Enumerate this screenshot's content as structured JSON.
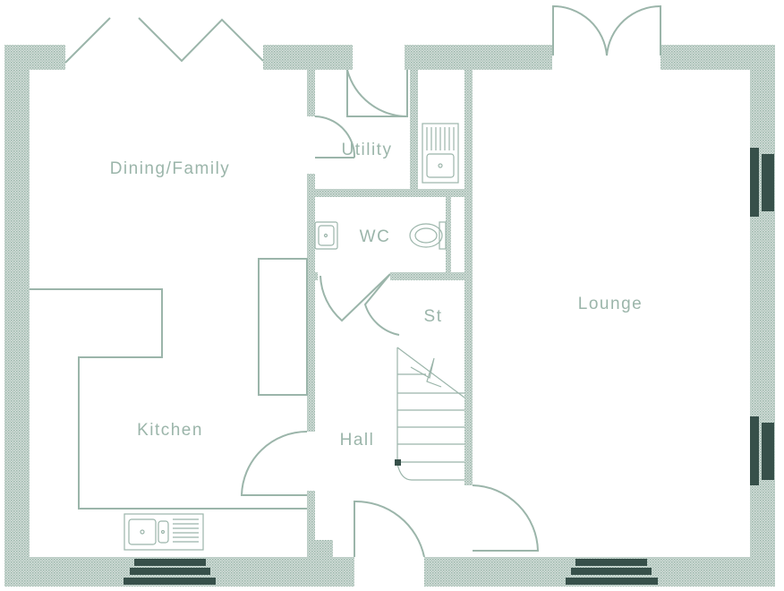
{
  "colors": {
    "wall_fill": "#bcccc5",
    "line": "#9bb5aa",
    "label": "#9bb5aa",
    "window_dark": "#37504a",
    "background": "#ffffff"
  },
  "rooms": {
    "dining_family": "Dining/Family",
    "utility": "Utility",
    "wc": "WC",
    "lounge": "Lounge",
    "store": "St",
    "kitchen": "Kitchen",
    "hall": "Hall"
  }
}
